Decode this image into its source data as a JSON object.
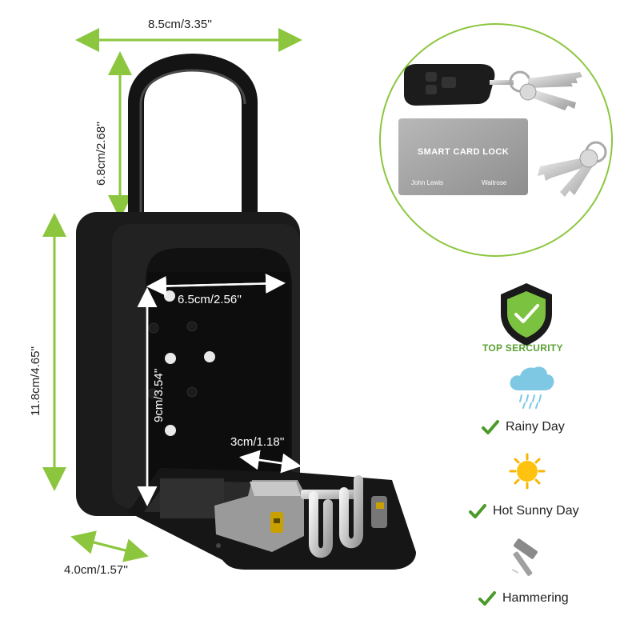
{
  "dimensions": {
    "width": "8.5cm/3.35''",
    "shackle_height": "6.8cm/2.68''",
    "body_height": "11.8cm/4.65''",
    "depth": "4.0cm/1.57''",
    "inner_width": "6.5cm/2.56''",
    "inner_height": "9cm/3.54''",
    "hook_width": "3cm/1.18''"
  },
  "inset": {
    "card_title": "SMART CARD LOCK",
    "card_left": "John Lewis",
    "card_right": "Waitrose"
  },
  "badge": {
    "label": "TOP SERCURITY"
  },
  "features": [
    {
      "label": "Rainy Day",
      "icon": "rain-cloud-icon"
    },
    {
      "label": "Hot Sunny Day",
      "icon": "sun-icon"
    },
    {
      "label": "Hammering",
      "icon": "hammer-icon"
    }
  ],
  "colors": {
    "accent_green": "#8cc63f",
    "dark_green": "#4a9a2a",
    "lock_black": "#1a1a1a"
  }
}
